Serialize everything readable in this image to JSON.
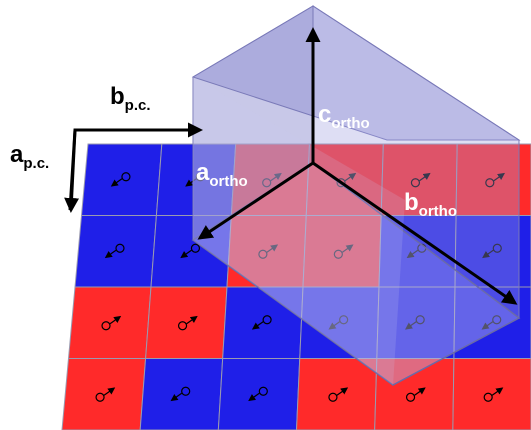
{
  "labels": {
    "a_pc": {
      "main": "a",
      "sub": "p.c."
    },
    "b_pc": {
      "main": "b",
      "sub": "p.c."
    },
    "c_ortho": {
      "main": "c",
      "sub": "ortho"
    },
    "a_ortho": {
      "main": "a",
      "sub": "ortho"
    },
    "b_ortho": {
      "main": "b",
      "sub": "ortho"
    }
  },
  "grid": {
    "rows": [
      [
        "blue",
        "blue",
        "red",
        "red",
        "red",
        "red"
      ],
      [
        "blue",
        "blue",
        "red",
        "red",
        "blue",
        "blue"
      ],
      [
        "red",
        "red",
        "blue",
        "blue",
        "blue",
        "blue"
      ],
      [
        "red",
        "blue",
        "blue",
        "red",
        "red",
        "red"
      ]
    ]
  },
  "colors": {
    "red": "#ff2a2a",
    "blue": "#1f1fe8",
    "grid_line": "#9a9ab0",
    "box": "#7a7ab8",
    "arrow": "#000000"
  }
}
